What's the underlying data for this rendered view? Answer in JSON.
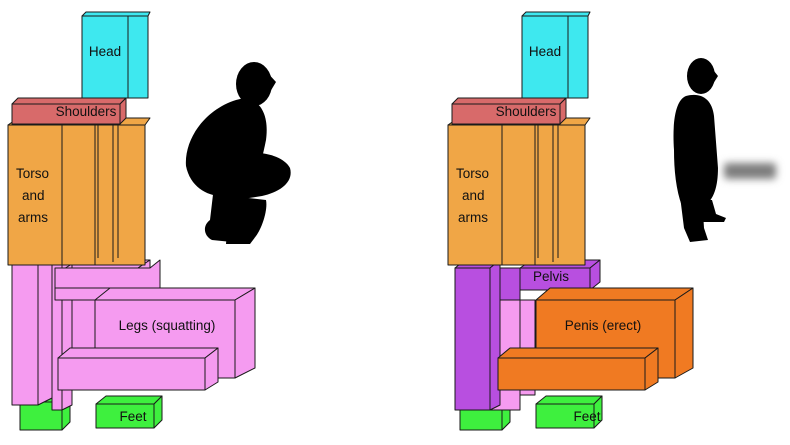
{
  "left_figure": {
    "labels": {
      "head": "Head",
      "shoulders": "Shoulders",
      "torso_line1": "Torso",
      "torso_line2": "and",
      "torso_line3": "arms",
      "legs": "Legs (squatting)",
      "feet": "Feet"
    }
  },
  "right_figure": {
    "labels": {
      "head": "Head",
      "shoulders": "Shoulders",
      "torso_line1": "Torso",
      "torso_line2": "and",
      "torso_line3": "arms",
      "pelvis": "Pelvis",
      "penis": "Penis (erect)",
      "feet": "Feet"
    }
  },
  "colors": {
    "head": "#3ee8ef",
    "shoulders": "#d86a6a",
    "torso": "#f0a646",
    "legs": "#f59bf0",
    "pelvis": "#b84fe0",
    "penis": "#f07a22",
    "feet": "#3ef03e",
    "silhouette": "#000000",
    "blur": "#7d7d7d"
  }
}
